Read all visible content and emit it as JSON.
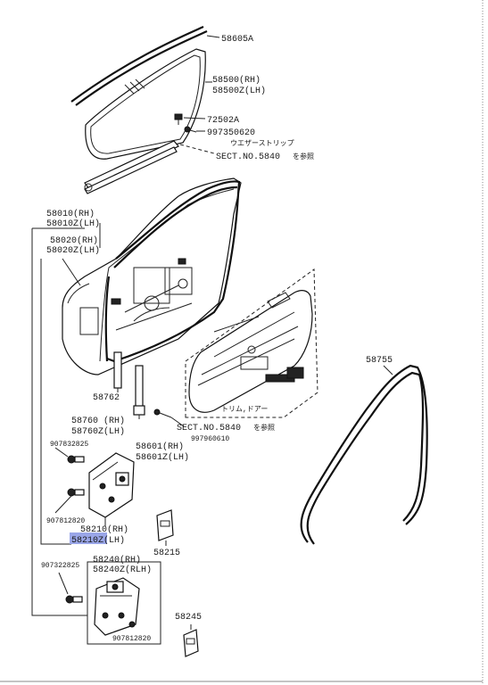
{
  "labels": {
    "p58605A": "58605A",
    "p58500RH": "58500(RH)",
    "p58500ZLH": "58500Z(LH)",
    "p72502A": "72502A",
    "p997350620": "997350620",
    "weatherstrip": "ウエザーストリップ",
    "sect1": "SECT.NO.5840",
    "sect1_ref": "を参照",
    "p58010RH": "58010(RH)",
    "p58010ZLH": "58010Z(LH)",
    "p58020RH": "58020(RH)",
    "p58020ZLH": "58020Z(LH)",
    "p58755": "58755",
    "p58762": "58762",
    "p58760RH": "58760 (RH)",
    "p58760ZLH": "58760Z(LH)",
    "trim": "トリム,ドアー",
    "sect2": "SECT.NO.5840",
    "sect2_ref": "を参照",
    "p997960610": "997960610",
    "p58601RH": "58601(RH)",
    "p58601ZLH": "58601Z(LH)",
    "p907832825": "907832825",
    "p907812820a": "907812820",
    "p58210RH": "58210(RH)",
    "p58210ZLH": "58210Z(LH)",
    "p58215": "58215",
    "p58240RH": "58240(RH)",
    "p58240ZRLH": "58240Z(RLH)",
    "p907322825": "907322825",
    "p58245": "58245",
    "p907812820b": "907812820"
  },
  "colors": {
    "highlight": "#9aa6e8",
    "ink": "#1a1a1a"
  }
}
